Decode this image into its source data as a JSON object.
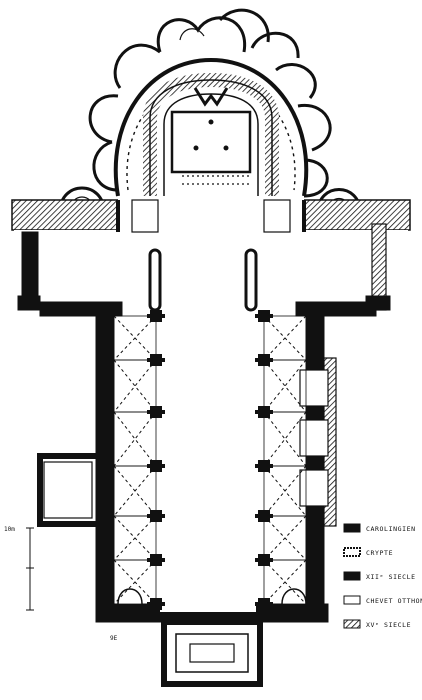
{
  "legend": {
    "items": [
      {
        "label": "CAROLINGIEN",
        "pattern": "solid"
      },
      {
        "label": "CRYPTE",
        "pattern": "dashed-edge"
      },
      {
        "label": "XIIᵉ SIECLE",
        "pattern": "solid-notch"
      },
      {
        "label": "CHEVET OTTHONY",
        "pattern": "empty"
      },
      {
        "label": "XVᵉ SIECLE",
        "pattern": "hatched"
      }
    ]
  },
  "scale": {
    "label": "10m"
  },
  "north": {
    "label": "9E"
  },
  "colors": {
    "ink": "#111111",
    "paper": "#ffffff"
  }
}
